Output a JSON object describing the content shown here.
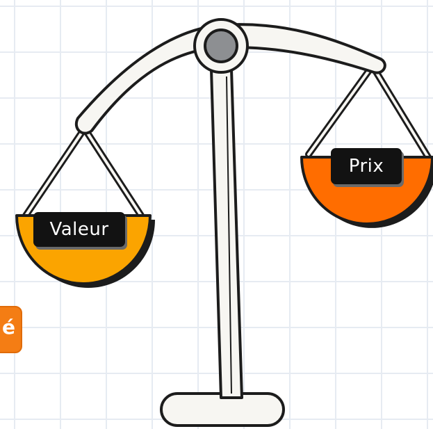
{
  "labels": {
    "left_pan": "Valeur",
    "right_pan": "Prix"
  },
  "edge_badge": {
    "glyph": "é"
  },
  "colors": {
    "left_pan": "#fba400",
    "right_pan": "#ff6d00",
    "label_background": "#121212",
    "scale_fill": "#f7f6f2",
    "outline": "#1c1c1c",
    "pivot": "#8d8f92",
    "badge": "#f47d14",
    "grid": "#e6ebf2"
  }
}
